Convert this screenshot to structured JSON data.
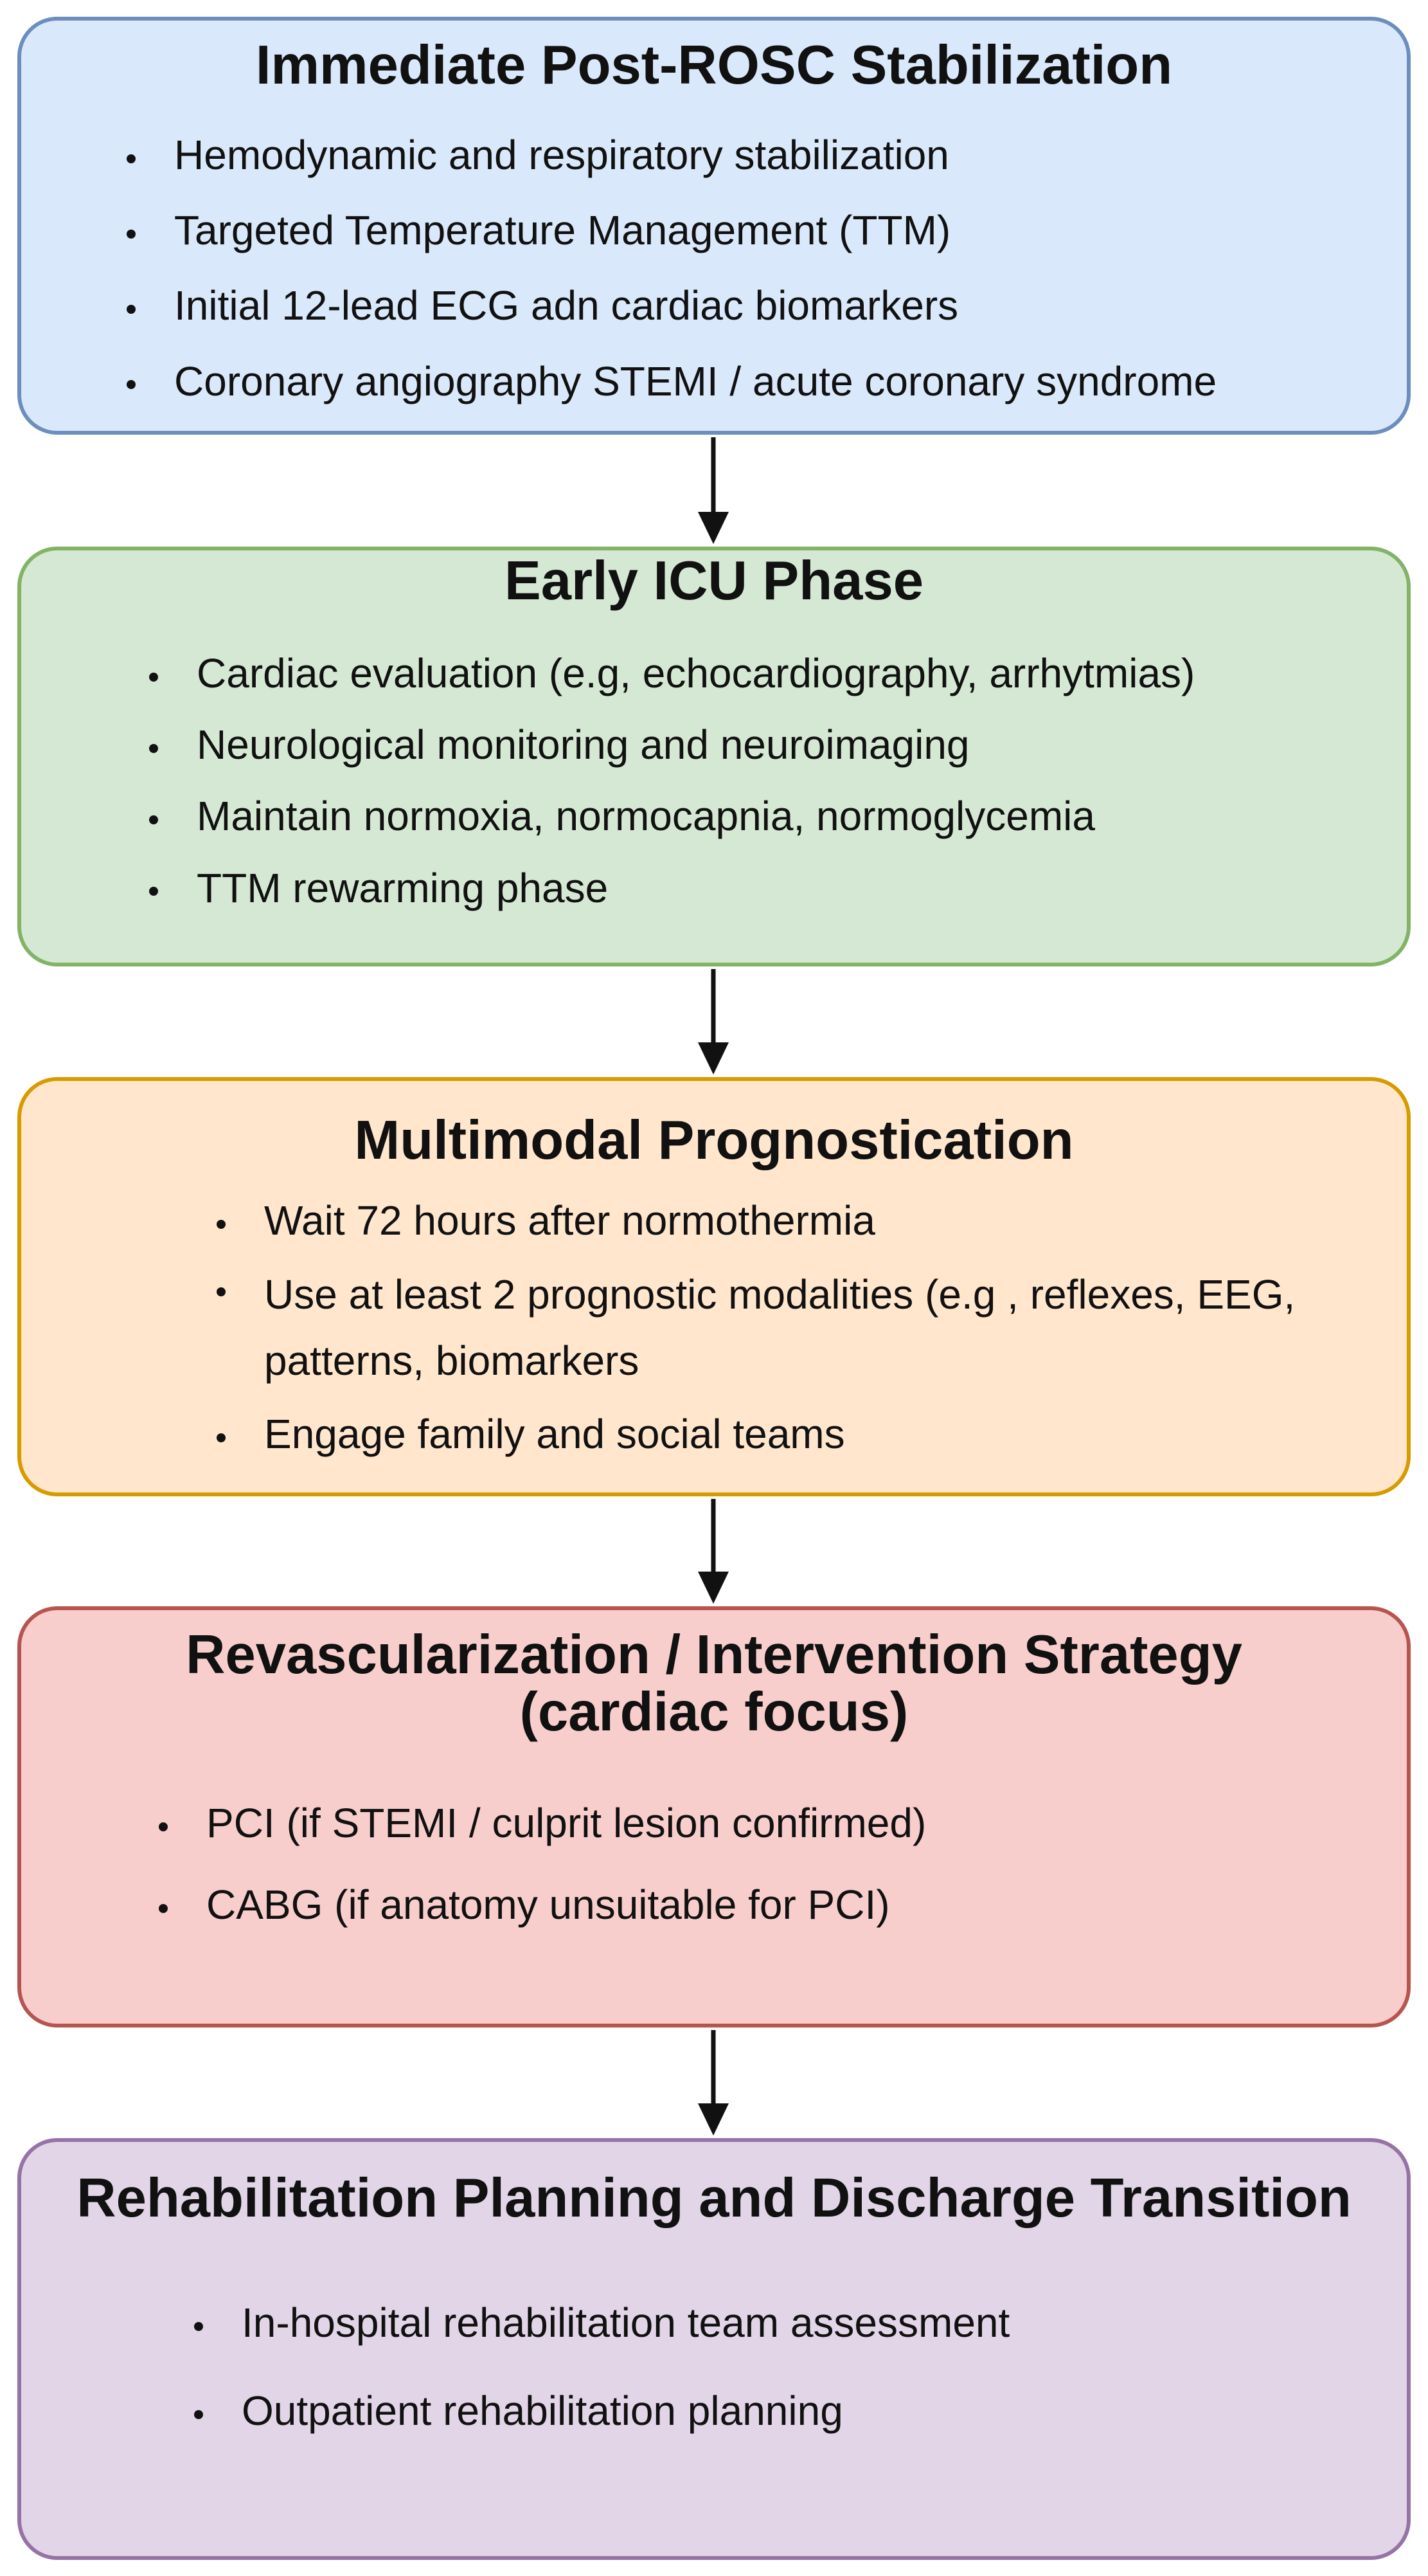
{
  "colors": {
    "stabilization": {
      "fill": "#dae8fb",
      "stroke": "#6c8ebf"
    },
    "early_icu": {
      "fill": "#d5e8d4",
      "stroke": "#82b366"
    },
    "prognostication": {
      "fill": "#ffe6cc",
      "stroke": "#d79b00"
    },
    "revascularization": {
      "fill": "#f8cecc",
      "stroke": "#b85450"
    },
    "rehabilitation": {
      "fill": "#e1d5e7",
      "stroke": "#9673a6"
    },
    "arrow": "#111111"
  },
  "steps": [
    {
      "title": "Immediate Post-ROSC Stabilization",
      "items": [
        "Hemodynamic and respiratory stabilization",
        "Targeted Temperature Management (TTM)",
        "Initial 12-lead ECG adn cardiac biomarkers",
        "Coronary angiography STEMI / acute coronary syndrome"
      ]
    },
    {
      "title": "Early ICU Phase",
      "items": [
        "Cardiac evaluation (e.g, echocardiography, arrhytmias)",
        "Neurological monitoring and neuroimaging",
        "Maintain normoxia, normocapnia, normoglycemia",
        "TTM rewarming phase"
      ]
    },
    {
      "title": "Multimodal Prognostication",
      "items": [
        "Wait 72 hours after normothermia",
        "Use at least 2 prognostic modalities (e.g , reflexes, EEG, patterns, biomarkers",
        "Engage family and social teams"
      ]
    },
    {
      "title_line1": "Revascularization / Intervention Strategy",
      "title_line2": "(cardiac focus)",
      "items": [
        "PCI (if STEMI / culprit lesion confirmed)",
        "CABG (if anatomy unsuitable for PCI)"
      ]
    },
    {
      "title": "Rehabilitation Planning and Discharge Transition",
      "items": [
        "In-hospital rehabilitation team assessment",
        "Outpatient rehabilitation planning"
      ]
    }
  ]
}
